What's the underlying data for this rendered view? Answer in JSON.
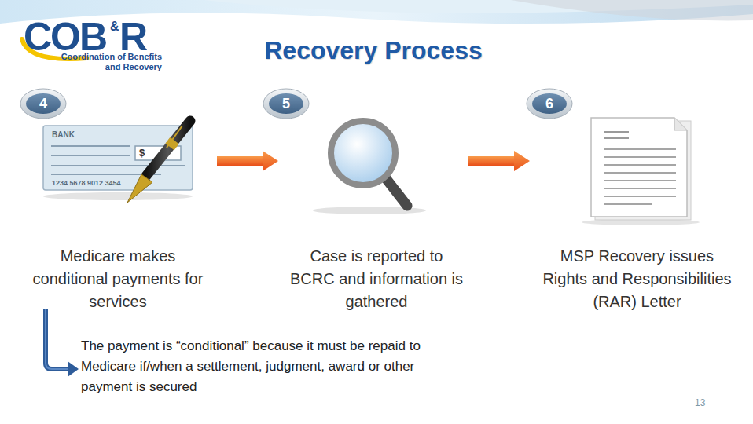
{
  "diagram": {
    "title": "Recovery Process",
    "nodes": [
      {
        "text": [
          "Medicare makes conditional payments for services"
        ]
      },
      {
        "text": [
          "Case is reported to BCRC and information is gathered"
        ]
      },
      {
        "text": [
          "MSP Recovery issues Rights and Responsibilities (RAR) Letter"
        ]
      }
    ],
    "edges": [
      {
        "from": 0,
        "to": 1,
        "arrow": "to"
      },
      {
        "from": 1,
        "to": 2,
        "arrow": "to"
      }
    ],
    "labels": [
      "COB",
      "&",
      "R",
      "Coordination of Benefits and Recovery",
      "4",
      "5",
      "6",
      "BANK",
      "$",
      "1234 5678 9012 3454",
      "The payment is “conditional” because it must be repaid to Medicare if/when a settlement, judgment, award or other payment is secured",
      "13"
    ]
  }
}
